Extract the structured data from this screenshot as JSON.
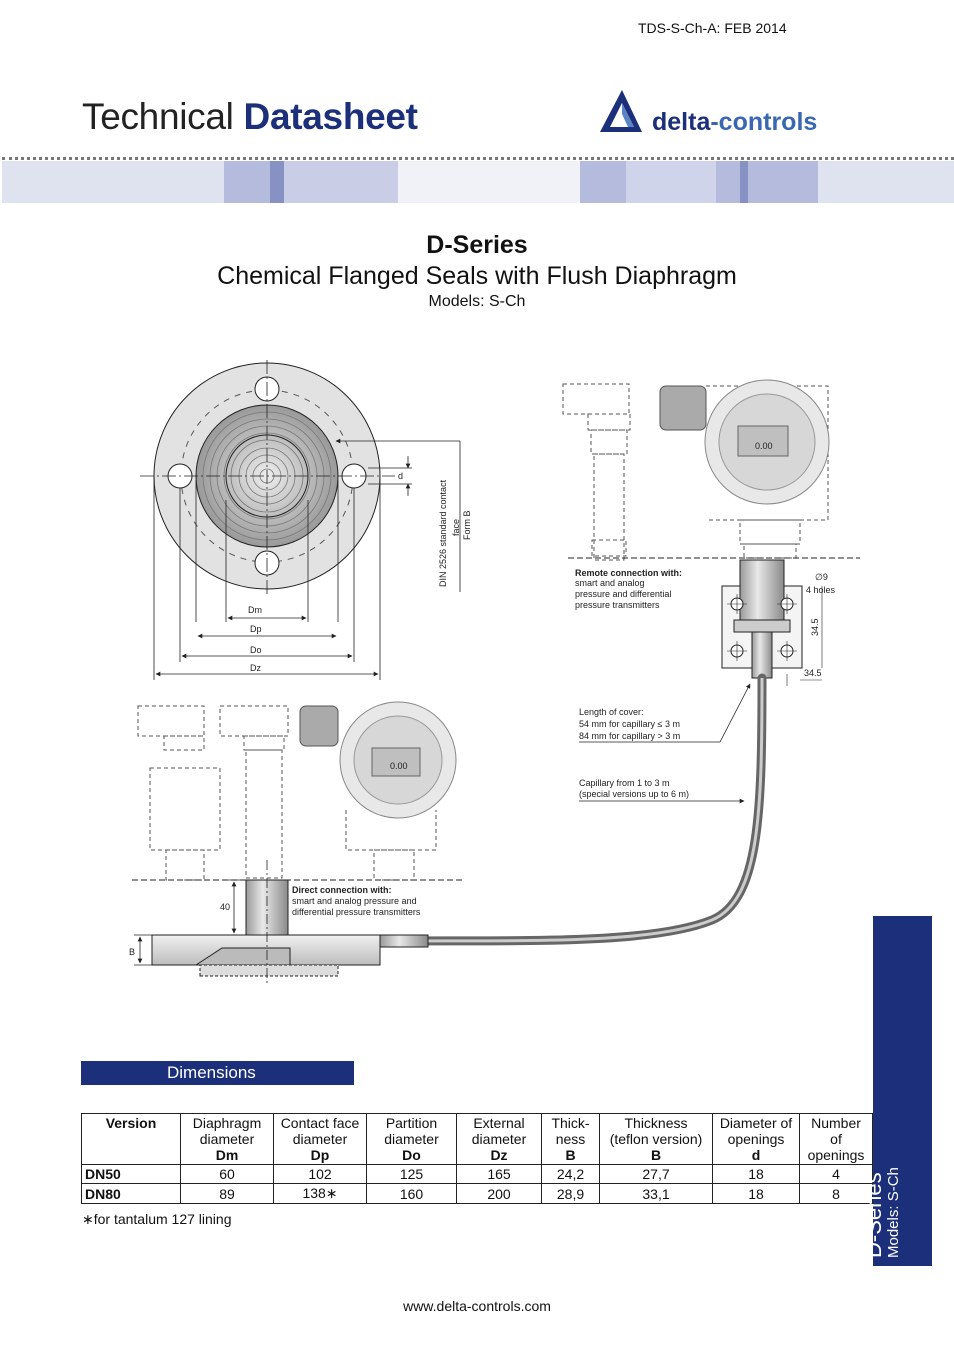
{
  "header": {
    "doc_code": "TDS-S-Ch-A: FEB 2014",
    "title_light": "Technical",
    "title_bold": "Datasheet",
    "logo_part1": "delta",
    "logo_part2": "-controls",
    "brand_color": "#1c2f7a"
  },
  "product": {
    "series": "D-Series",
    "subtitle": "Chemical Flanged Seals with Flush Diaphragm",
    "models": "Models: S-Ch"
  },
  "drawing": {
    "dm": "Dm",
    "dp": "Dp",
    "do": "Do",
    "dz": "Dz",
    "d": "d",
    "din": [
      "DIN 2526 standard contact",
      "face",
      "Form B"
    ],
    "remote_title": "Remote connection with:",
    "remote_lines": [
      "smart and analog",
      "pressure and differential",
      "pressure transmitters"
    ],
    "holes_dia": "∅9",
    "holes_count": "4 holes",
    "dim_34_5_v": "34.5",
    "dim_34_5_h": "34.5",
    "cover_lines": [
      "Length of cover:",
      "54 mm for capillary ≤ 3 m",
      "84 mm for capillary > 3 m"
    ],
    "capillary_lines": [
      "Capillary from 1 to 3 m",
      "(special versions up to 6 m)"
    ],
    "direct_title": "Direct connection with:",
    "direct_lines": [
      "smart and analog pressure and",
      "differential pressure transmitters"
    ],
    "dim_40": "40",
    "dim_b": "B",
    "display_value": "0.00"
  },
  "dimensions": {
    "section_title": "Dimensions",
    "headers": [
      {
        "line1": "Version",
        "line2": "",
        "sym": ""
      },
      {
        "line1": "Diaphragm",
        "line2": "diameter",
        "sym": "Dm"
      },
      {
        "line1": "Contact face",
        "line2": "diameter",
        "sym": "Dp"
      },
      {
        "line1": "Partition",
        "line2": "diameter",
        "sym": "Do"
      },
      {
        "line1": "External",
        "line2": "diameter",
        "sym": "Dz"
      },
      {
        "line1": "Thick-",
        "line2": "ness",
        "sym": "B"
      },
      {
        "line1": "Thickness",
        "line2": "(teflon version)",
        "sym": "B"
      },
      {
        "line1": "Diameter of",
        "line2": "openings",
        "sym": "d"
      },
      {
        "line1": "Number",
        "line2": "of",
        "sym": "openings"
      }
    ],
    "rows": [
      [
        "DN50",
        "60",
        "102",
        "125",
        "165",
        "24,2",
        "27,7",
        "18",
        "4"
      ],
      [
        "DN80",
        "89",
        "138∗",
        "160",
        "200",
        "28,9",
        "33,1",
        "18",
        "8"
      ]
    ],
    "footnote": "∗for tantalum 127 lining"
  },
  "side_tab": {
    "series": "D-Series",
    "models": "Models: S-Ch"
  },
  "footer": {
    "url": "www.delta-controls.com"
  }
}
